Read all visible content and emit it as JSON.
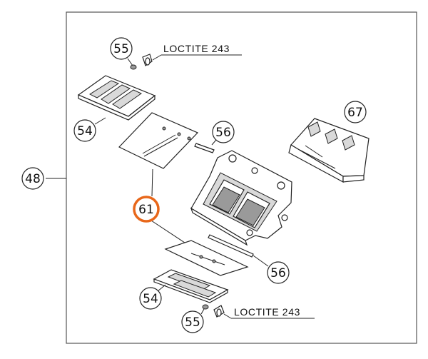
{
  "callouts": {
    "c48": "48",
    "c55_top": "55",
    "c54_top": "54",
    "c56_top": "56",
    "c67": "67",
    "c61": "61",
    "c56_bottom": "56",
    "c54_bottom": "54",
    "c55_bottom": "55"
  },
  "notes": {
    "loctite_top": "LOCTITE 243",
    "loctite_bottom": "LOCTITE 243"
  },
  "colors": {
    "highlight": "#e8671a",
    "line": "#222222"
  }
}
